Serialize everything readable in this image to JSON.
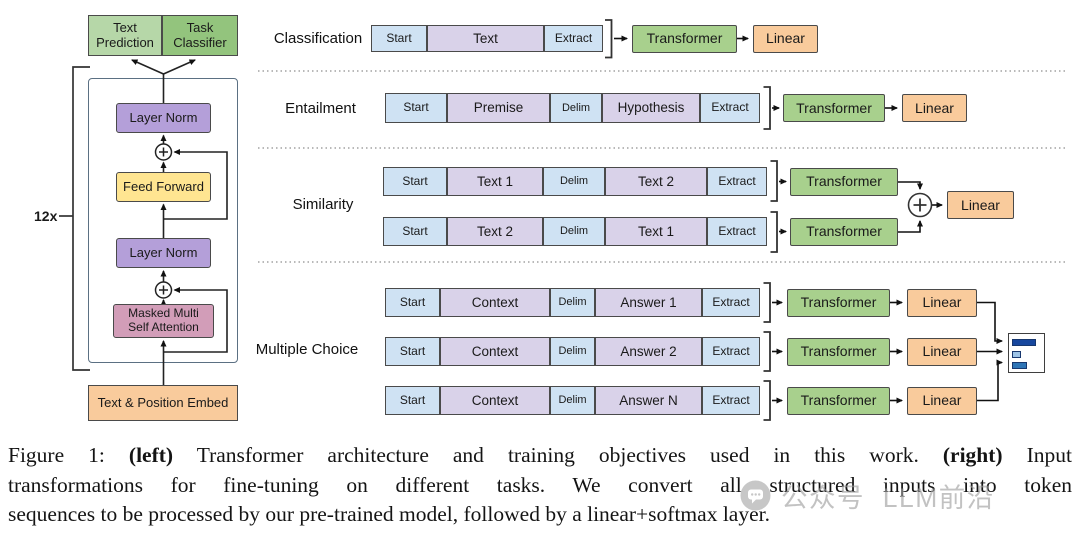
{
  "figure": {
    "colors": {
      "special_token": "#cfe2f3",
      "content_token": "#d9d2e9",
      "transformer": "#a8d08d",
      "linear": "#f9cb9c",
      "container_blue": "#cfe2f3",
      "layer_norm": "#b49fd9",
      "feed_forward": "#ffe591",
      "attention": "#d29db8",
      "embed": "#f9cb9c",
      "text_prediction": "#b6d7a8",
      "task_classifier": "#93c47d"
    },
    "left": {
      "outputs": [
        {
          "label": "Text Prediction"
        },
        {
          "label": "Task Classifier"
        }
      ],
      "repeat_label": "12x",
      "layers": [
        {
          "label": "Layer Norm"
        },
        {
          "label": "Feed Forward"
        },
        {
          "label": "Layer Norm"
        },
        {
          "label": "Masked Multi Self Attention"
        }
      ],
      "embed_label": "Text & Position Embed"
    },
    "right": {
      "transformer_label": "Transformer",
      "linear_label": "Linear",
      "sections": [
        {
          "label": "Classification",
          "rows": [
            {
              "tokens": [
                {
                  "t": "Start",
                  "k": "special"
                },
                {
                  "t": "Text",
                  "k": "content"
                },
                {
                  "t": "Extract",
                  "k": "special"
                }
              ]
            }
          ]
        },
        {
          "label": "Entailment",
          "rows": [
            {
              "tokens": [
                {
                  "t": "Start",
                  "k": "special"
                },
                {
                  "t": "Premise",
                  "k": "content"
                },
                {
                  "t": "Delim",
                  "k": "special"
                },
                {
                  "t": "Hypothesis",
                  "k": "content"
                },
                {
                  "t": "Extract",
                  "k": "special"
                }
              ]
            }
          ]
        },
        {
          "label": "Similarity",
          "rows": [
            {
              "tokens": [
                {
                  "t": "Start",
                  "k": "special"
                },
                {
                  "t": "Text 1",
                  "k": "content"
                },
                {
                  "t": "Delim",
                  "k": "special"
                },
                {
                  "t": "Text 2",
                  "k": "content"
                },
                {
                  "t": "Extract",
                  "k": "special"
                }
              ]
            },
            {
              "tokens": [
                {
                  "t": "Start",
                  "k": "special"
                },
                {
                  "t": "Text 2",
                  "k": "content"
                },
                {
                  "t": "Delim",
                  "k": "special"
                },
                {
                  "t": "Text 1",
                  "k": "content"
                },
                {
                  "t": "Extract",
                  "k": "special"
                }
              ]
            }
          ]
        },
        {
          "label": "Multiple Choice",
          "rows": [
            {
              "tokens": [
                {
                  "t": "Start",
                  "k": "special"
                },
                {
                  "t": "Context",
                  "k": "content"
                },
                {
                  "t": "Delim",
                  "k": "special"
                },
                {
                  "t": "Answer 1",
                  "k": "content"
                },
                {
                  "t": "Extract",
                  "k": "special"
                }
              ]
            },
            {
              "tokens": [
                {
                  "t": "Start",
                  "k": "special"
                },
                {
                  "t": "Context",
                  "k": "content"
                },
                {
                  "t": "Delim",
                  "k": "special"
                },
                {
                  "t": "Answer 2",
                  "k": "content"
                },
                {
                  "t": "Extract",
                  "k": "special"
                }
              ]
            },
            {
              "tokens": [
                {
                  "t": "Start",
                  "k": "special"
                },
                {
                  "t": "Context",
                  "k": "content"
                },
                {
                  "t": "Delim",
                  "k": "special"
                },
                {
                  "t": "Answer N",
                  "k": "content"
                },
                {
                  "t": "Extract",
                  "k": "special"
                }
              ]
            }
          ]
        }
      ],
      "softmax_bars": [
        {
          "color": "#17479e",
          "w": 24
        },
        {
          "color": "#9dc3e6",
          "w": 9
        },
        {
          "color": "#2e75b6",
          "w": 15
        }
      ]
    },
    "caption": {
      "line1": [
        {
          "t": "Figure 1: ",
          "b": false
        },
        {
          "t": "(left)",
          "b": true
        },
        {
          "t": " Transformer architecture and training objectives used in this work. ",
          "b": false
        },
        {
          "t": "(right)",
          "b": true
        },
        {
          "t": " Input",
          "b": false
        }
      ],
      "line2": [
        {
          "t": "transformations for fine-tuning on different tasks.  We convert all structured inputs into token",
          "b": false
        }
      ],
      "line3": [
        {
          "t": "sequences to be processed by our pre-trained model, followed by a linear+softmax layer.",
          "b": false
        }
      ]
    },
    "watermark": {
      "text": "公众号  LLM前沿"
    }
  }
}
